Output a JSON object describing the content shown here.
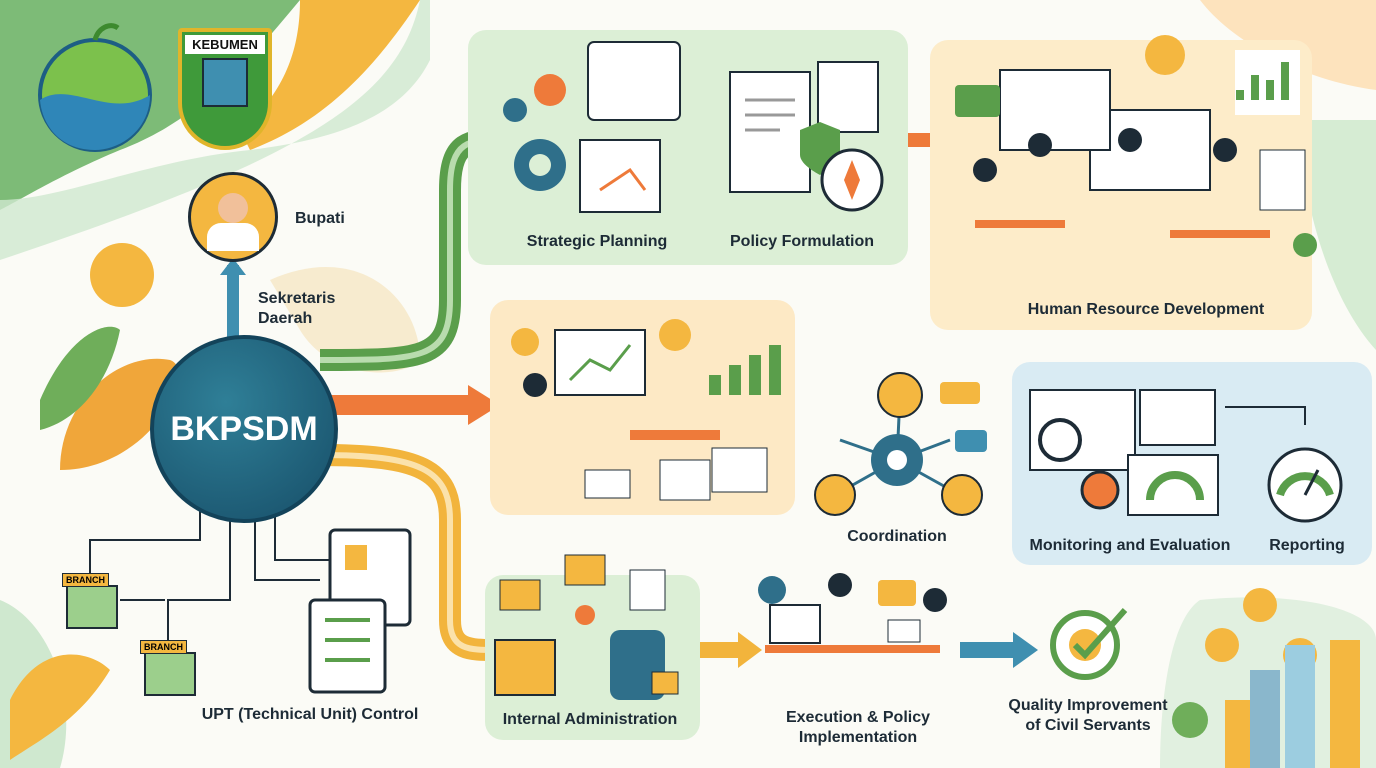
{
  "logos": {
    "emblem_text": "KEBUMEN"
  },
  "org": {
    "head": "Bupati",
    "secretary_line1": "Sekretaris",
    "secretary_line2": "Daerah",
    "center": "BKPSDM"
  },
  "functions": {
    "strategic_planning": "Strategic Planning",
    "policy_formulation": "Policy Formulation",
    "hr_development": "Human Resource Development",
    "coordination": "Coordination",
    "monitoring": "Monitoring and Evaluation",
    "reporting": "Reporting",
    "internal_admin": "Internal Administration",
    "execution_line1": "Execution & Policy",
    "execution_line2": "Implementation",
    "quality_line1": "Quality Improvement",
    "quality_line2": "of Civil Servants",
    "upt_control": "UPT (Technical Unit) Control"
  },
  "branches": [
    "BRANCH",
    "BRANCH"
  ],
  "colors": {
    "green": "#5a9e4b",
    "orange": "#ee7a3a",
    "yellow": "#f2b43c",
    "teal": "#1f5f7a",
    "blue": "#3f8fb0"
  }
}
